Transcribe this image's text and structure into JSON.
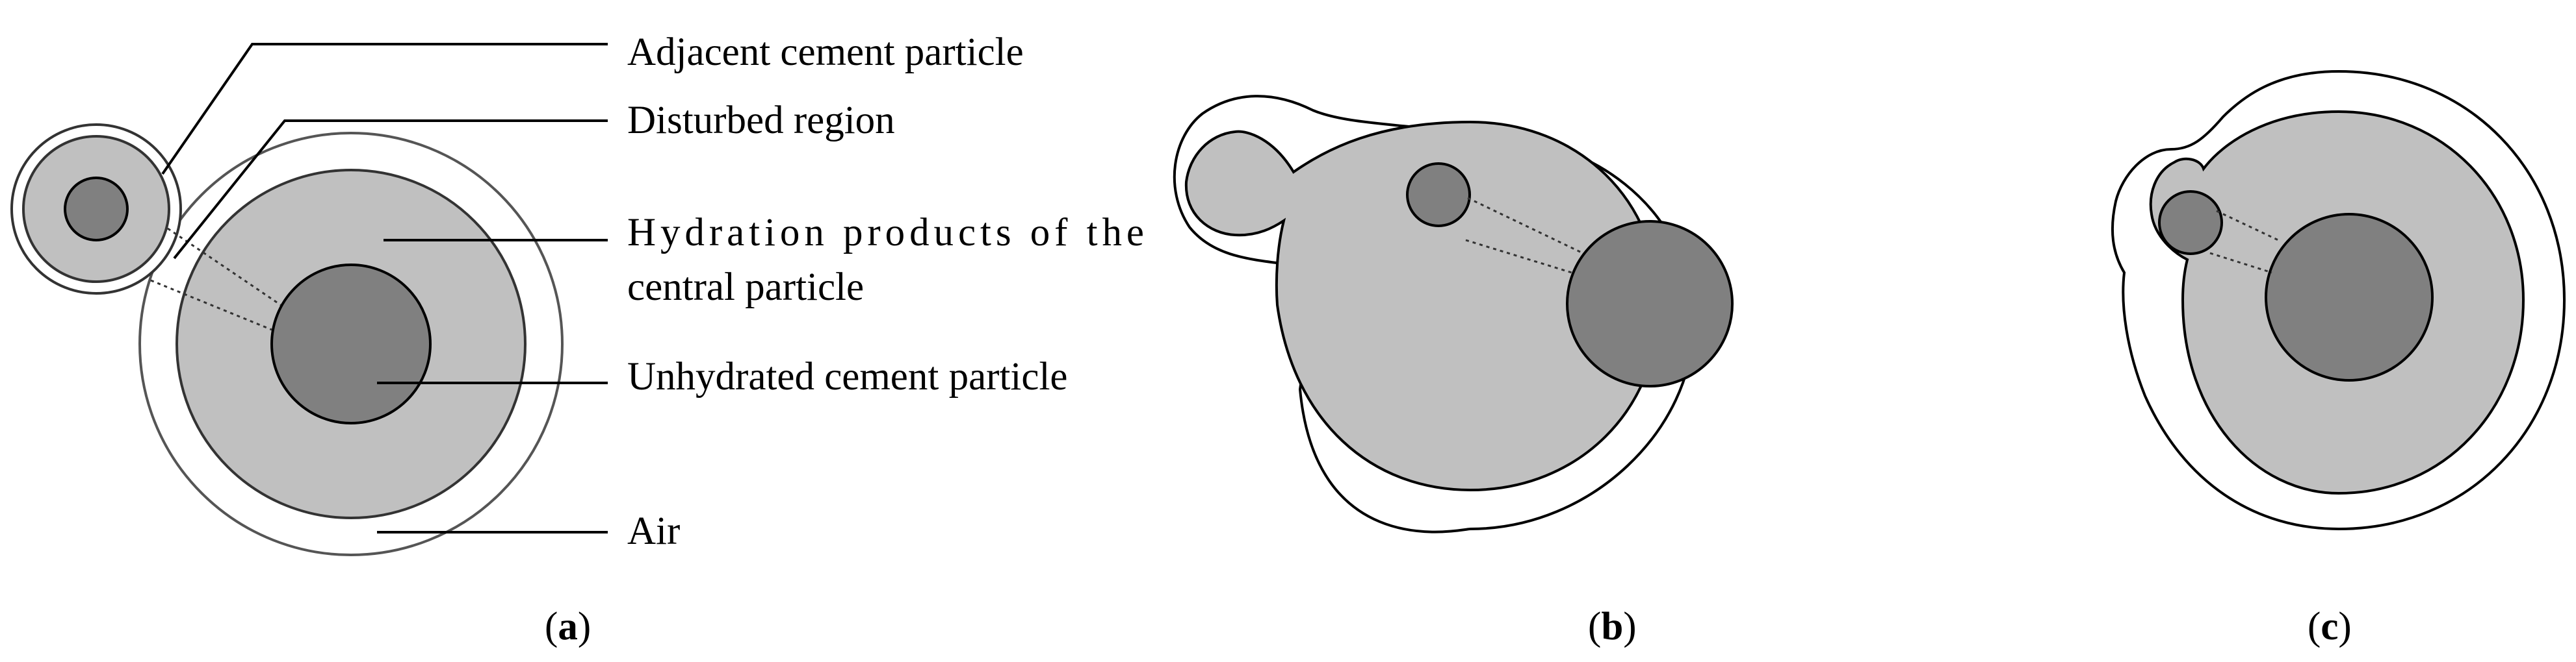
{
  "colors": {
    "outline": "#000000",
    "hydration_products": "#c0c0c0",
    "unhydrated_core": "#808080",
    "air": "#ffffff"
  },
  "labels": {
    "adjacent": "Adjacent cement particle",
    "disturbed": "Disturbed region",
    "hydration_line1": "Hydration products of the",
    "hydration_line2": "central particle",
    "unhydrated": "Unhydrated cement particle",
    "air": "Air"
  },
  "captions": {
    "a": {
      "open": "(",
      "letter": "a",
      "close": ")"
    },
    "b": {
      "open": "(",
      "letter": "b",
      "close": ")"
    },
    "c": {
      "open": "(",
      "letter": "c",
      "close": ")"
    }
  }
}
